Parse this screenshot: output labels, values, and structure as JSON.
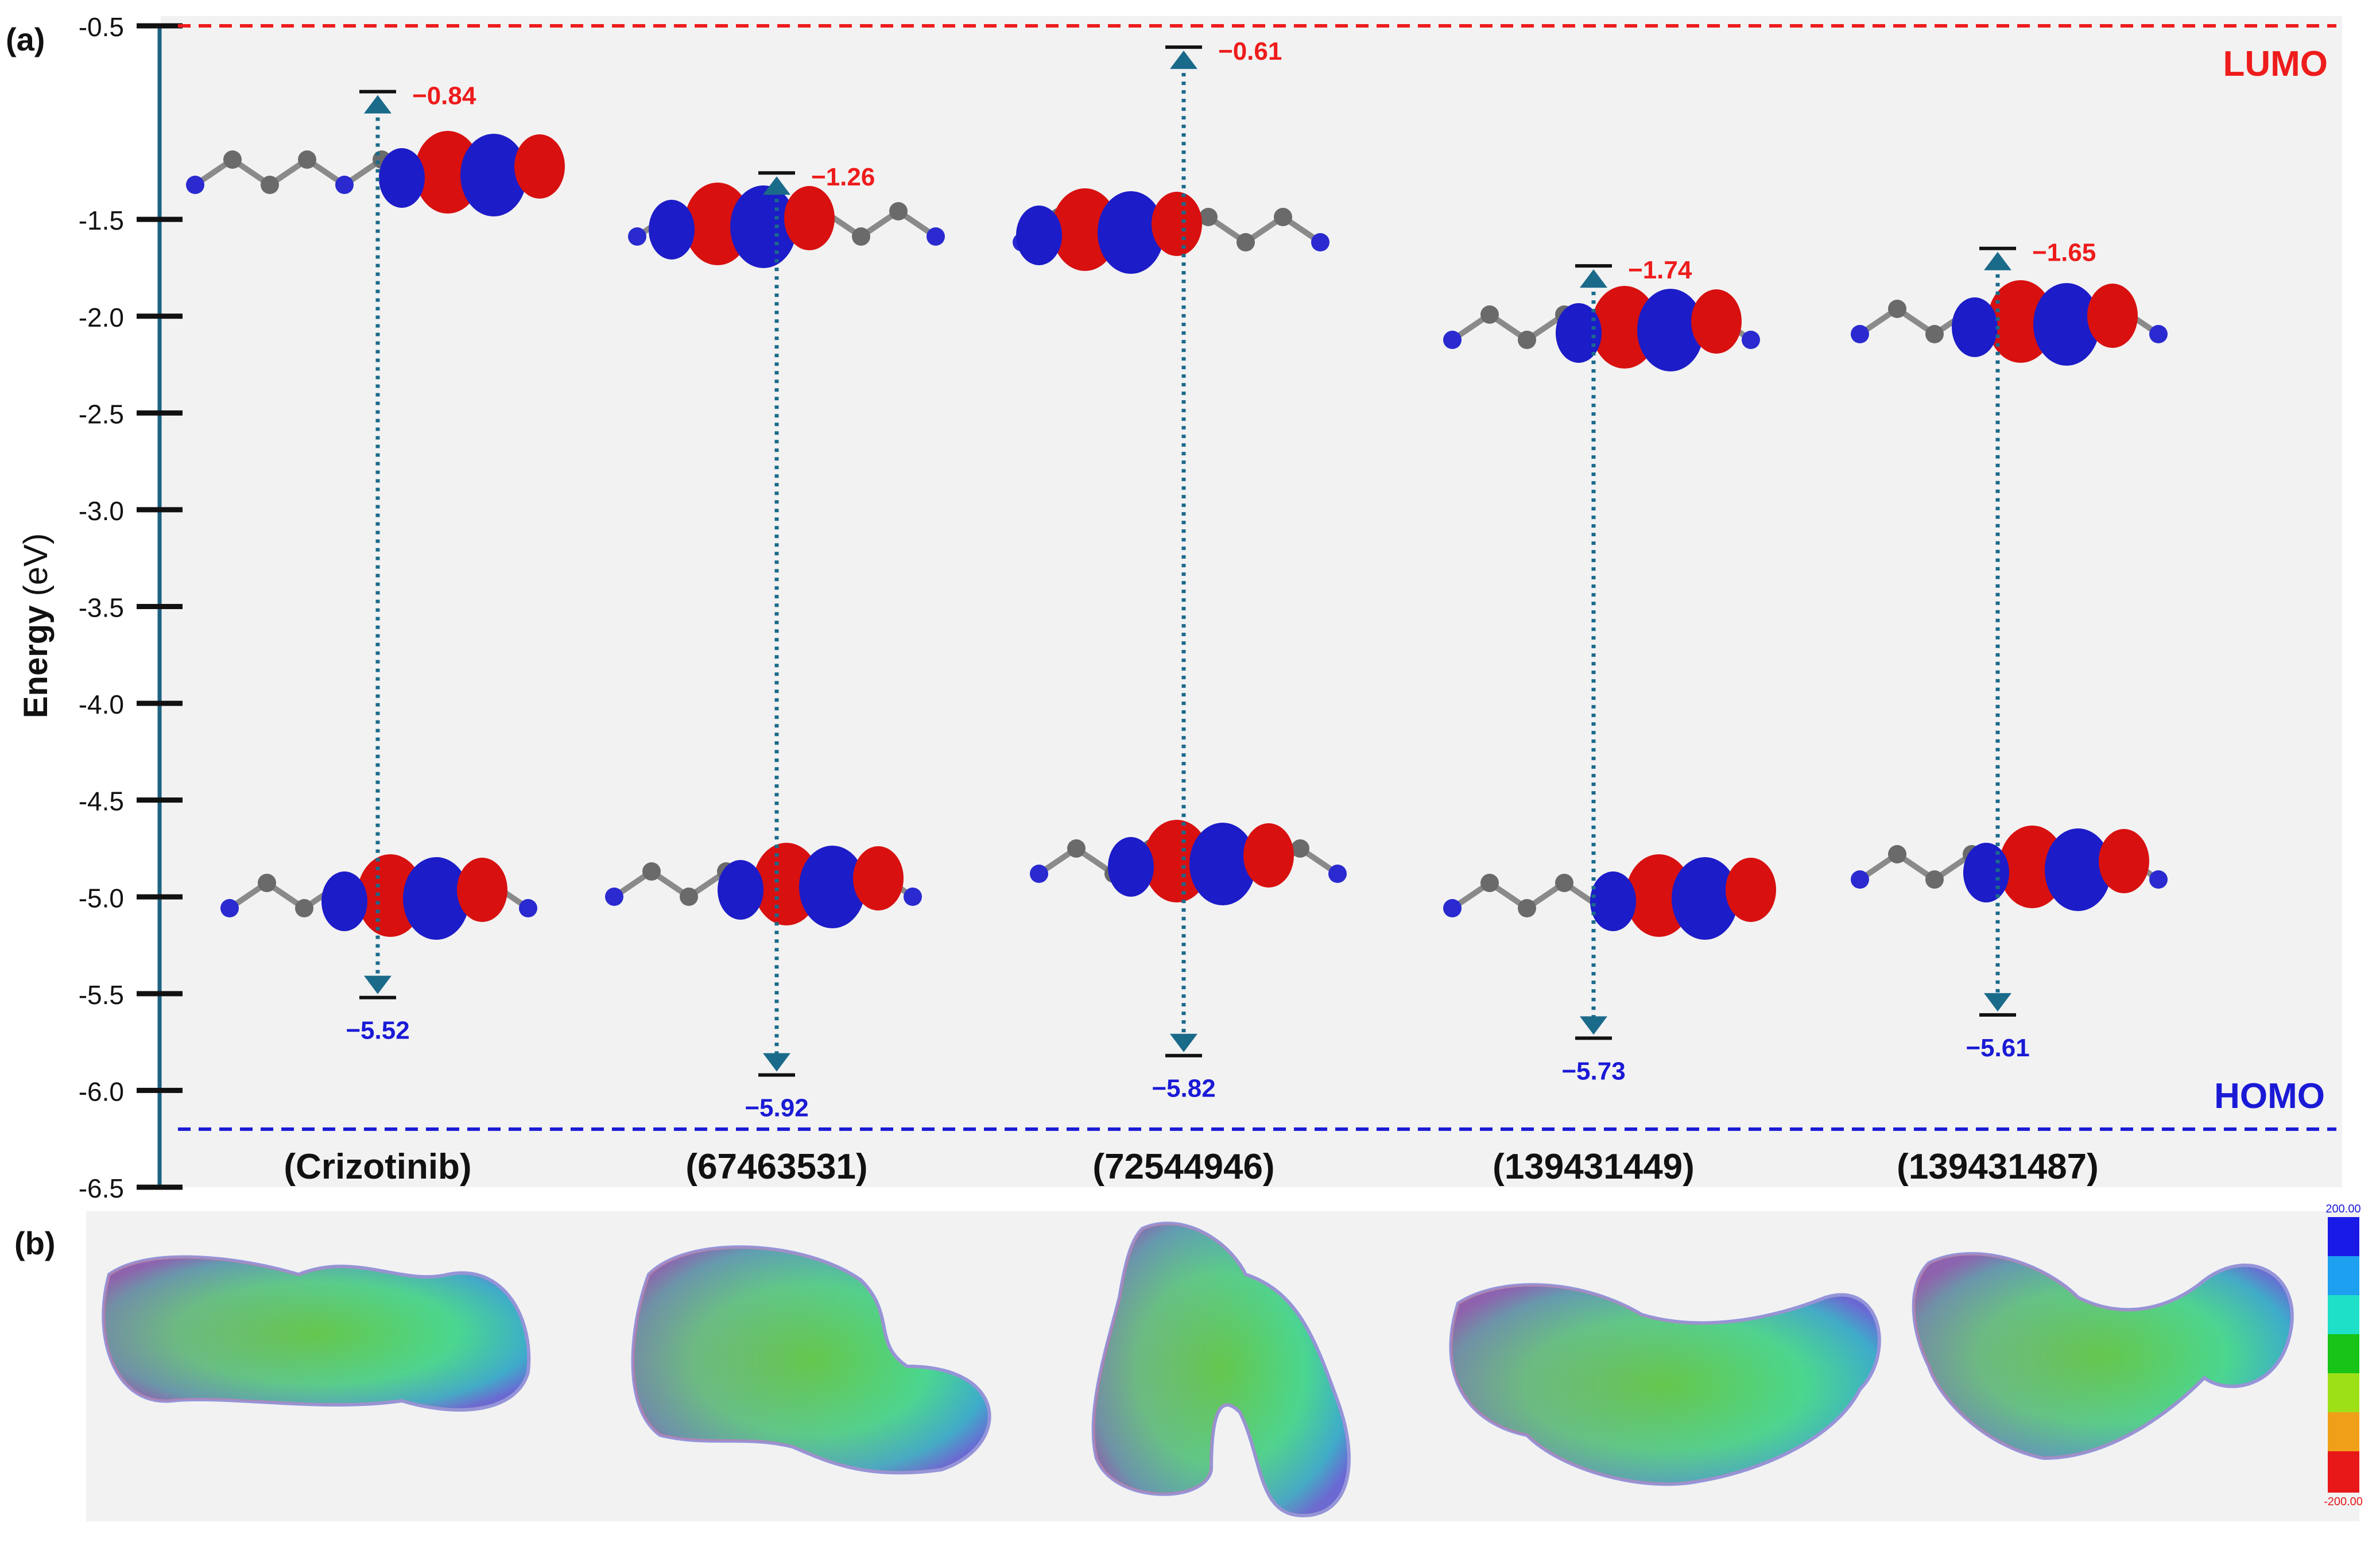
{
  "panel_labels": {
    "a": "(a)",
    "b": "(b)"
  },
  "ylabel": {
    "bold": "Energy",
    "unit": "(eV)"
  },
  "lumo_label": "LUMO",
  "homo_label": "HOMO",
  "colors": {
    "lumo": "#ee1c1c",
    "homo": "#1a1ad6",
    "axis": "#1f6282",
    "arrow": "#1a6a8a",
    "orbital_red": "#d81010",
    "orbital_blue": "#1c1cc8",
    "panel_bg": "#f2f2f2"
  },
  "chart_data": {
    "type": "scatter",
    "ylim": [
      -6.5,
      -0.5
    ],
    "yticks": [
      "-0.5",
      "-1.5",
      "-2.0",
      "-2.5",
      "-3.0",
      "-3.5",
      "-4.0",
      "-4.5",
      "-5.0",
      "-5.5",
      "-6.0",
      "-6.5"
    ],
    "lumo_line": -0.5,
    "homo_line": -6.2,
    "categories": [
      "(Crizotinib)",
      "(67463531)",
      "(72544946)",
      "(139431449)",
      "(139431487)"
    ],
    "series": [
      {
        "name": "LUMO",
        "values": [
          -0.84,
          -1.26,
          -0.61,
          -1.74,
          -1.65
        ],
        "labels": [
          "−0.84",
          "−1.26",
          "−0.61",
          "−1.74",
          "−1.65"
        ]
      },
      {
        "name": "HOMO",
        "values": [
          -5.52,
          -5.92,
          -5.82,
          -5.73,
          -5.61
        ],
        "labels": [
          "−5.52",
          "−5.92",
          "−5.82",
          "−5.73",
          "−5.61"
        ]
      }
    ]
  },
  "esp_scale": {
    "max": "200.00",
    "min": "-200.00"
  }
}
